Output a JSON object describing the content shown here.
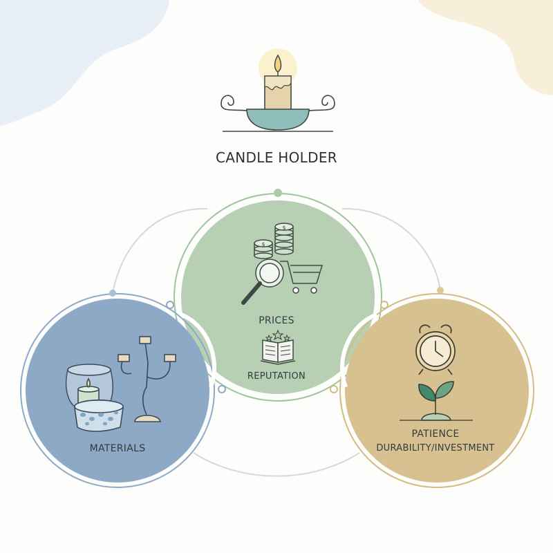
{
  "title": "CANDLE HOLDER",
  "nodes": {
    "materials": {
      "label": "MATERIALS",
      "icon": "candle-jars-candelabra-icon"
    },
    "prices": {
      "label": "PRICES",
      "icon": "coins-magnifier-cart-icon"
    },
    "reputation": {
      "label": "REPUTATION",
      "icon": "open-book-stars-icon"
    },
    "patience": {
      "label": "PATIENCE",
      "icon": "alarm-clock-icon"
    },
    "durability": {
      "label": "DURABILITY/INVESTMENT",
      "icon": "sprout-icon"
    }
  },
  "colors": {
    "materials_fill": "#8ea9c6",
    "prices_fill": "#b7d0b4",
    "patience_fill": "#d7c190",
    "ring_blue": "#8fa9c8",
    "ring_green": "#9fc49c",
    "ring_gold": "#d4bb83",
    "line_gray": "#d6d9d8",
    "candle_wax": "#e6d3ac",
    "bowl_teal": "#8fbdb9"
  }
}
